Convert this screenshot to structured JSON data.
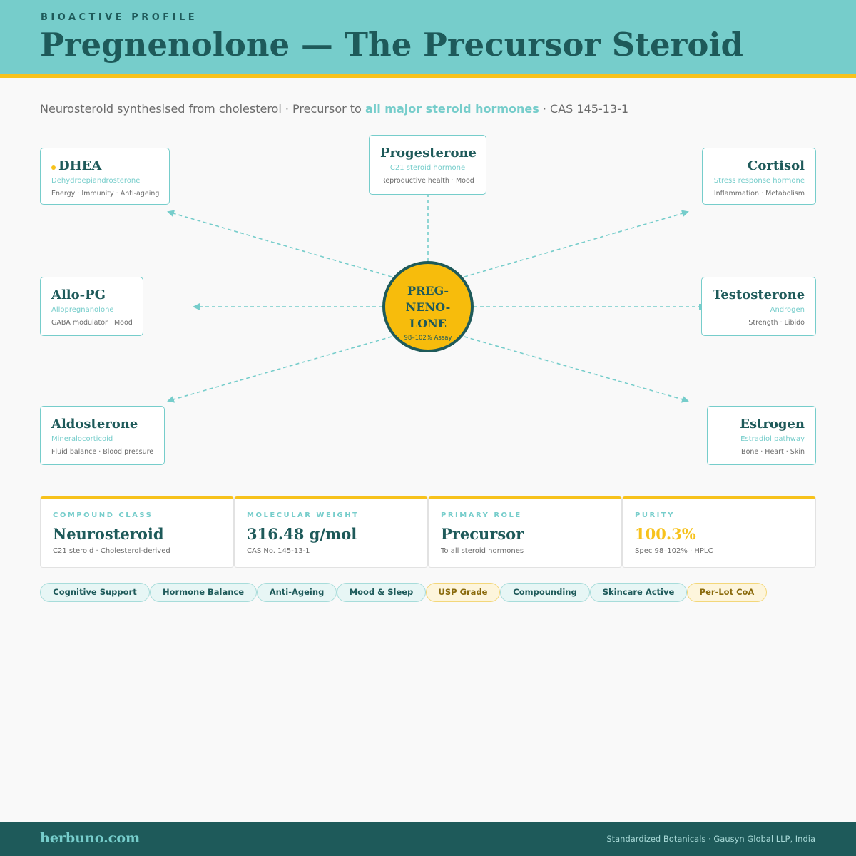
{
  "header": {
    "eyebrow": "BIOACTIVE PROFILE",
    "title": "Pregnenolone — The Precursor Steroid"
  },
  "subtitle": {
    "prefix": "Neurosteroid synthesised from cholesterol · Precursor to ",
    "highlight": "all major steroid hormones",
    "suffix": " · CAS 145-13-1"
  },
  "hub": {
    "name_lines": [
      "PREG-",
      "NENO-",
      "LONE"
    ],
    "assay": "98–102% Assay"
  },
  "nodes": {
    "dhea": {
      "name": "DHEA",
      "sub": "Dehydroepiandrosterone",
      "desc": "Energy · Immunity · Anti-ageing"
    },
    "progesterone": {
      "name": "Progesterone",
      "sub": "C21 steroid hormone",
      "desc": "Reproductive health · Mood"
    },
    "cortisol": {
      "name": "Cortisol",
      "sub": "Stress response hormone",
      "desc": "Inflammation · Metabolism"
    },
    "allopg": {
      "name": "Allo-PG",
      "sub": "Allopregnanolone",
      "desc": "GABA modulator · Mood"
    },
    "testosterone": {
      "name": "Testosterone",
      "sub": "Androgen",
      "desc": "Strength · Libido"
    },
    "aldosterone": {
      "name": "Aldosterone",
      "sub": "Mineralocorticoid",
      "desc": "Fluid balance · Blood pressure"
    },
    "estrogen": {
      "name": "Estrogen",
      "sub": "Estradiol pathway",
      "desc": "Bone · Heart · Skin"
    }
  },
  "stats": [
    {
      "label": "COMPOUND CLASS",
      "value": "Neurosteroid",
      "note": "C21 steroid · Cholesterol-derived"
    },
    {
      "label": "MOLECULAR WEIGHT",
      "value": "316.48 g/mol",
      "note": "CAS No. 145-13-1"
    },
    {
      "label": "PRIMARY ROLE",
      "value": "Precursor",
      "note": "To all steroid hormones"
    },
    {
      "label": "PURITY",
      "value": "100.3%",
      "note": "Spec 98–102% · HPLC"
    }
  ],
  "tags": [
    "Cognitive Support",
    "Hormone Balance",
    "Anti-Ageing",
    "Mood & Sleep",
    "USP Grade",
    "Compounding",
    "Skincare Active",
    "Per-Lot CoA"
  ],
  "footer": {
    "brand": "herbuno.com",
    "note": "Standardized Botanicals · Gausyn Global LLP, India"
  },
  "colors": {
    "teal": "#76cdcb",
    "dark_teal": "#1e5a5a",
    "gold": "#f7c21c",
    "background": "#f9f9f9"
  }
}
